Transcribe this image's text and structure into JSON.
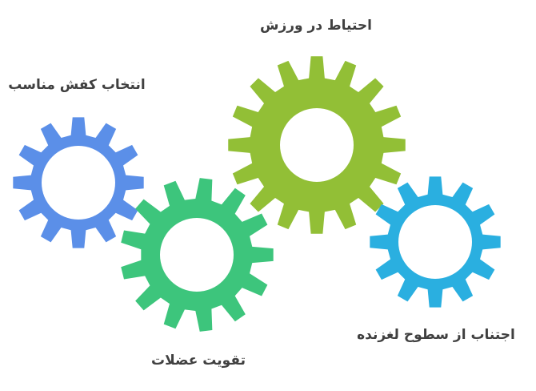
{
  "gears": [
    {
      "id": "shoes",
      "label": "انتخاب کفش مناسب",
      "color": "#5b8fe8"
    },
    {
      "id": "muscles",
      "label": "تقویت عضلات",
      "color": "#3dc57c"
    },
    {
      "id": "caution",
      "label": "احتیاط در ورزش",
      "color": "#92bf36"
    },
    {
      "id": "slippery",
      "label": "اجتناب از سطوح لغزنده",
      "color": "#2aafe0"
    }
  ]
}
